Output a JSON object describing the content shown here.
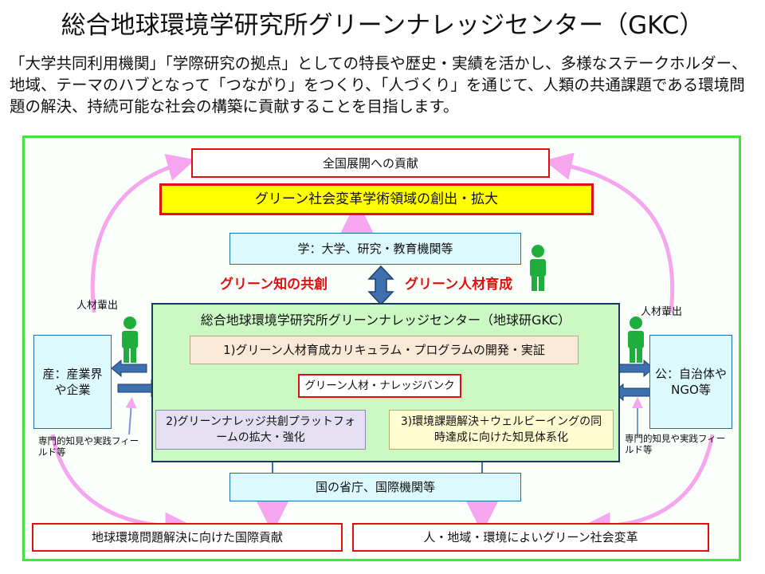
{
  "title": "総合地球環境学研究所グリーンナレッジセンター（GKC）",
  "intro": "「大学共同利用機関」「学際研究の拠点」としての特長や歴史・実績を活かし、多様なステークホルダー、地域、テーマのハブとなって「つながり」をつくり、「人づくり」を通じて、人類の共通課題である環境問題の解決、持続可能な社会の構築に貢献することを目指します。",
  "diagram": {
    "top_box": "全国展開への貢献",
    "yellow_box": "グリーン社会変革学術領域の創出・拡大",
    "academia_box": "学：大学、研究・教育機関等",
    "label_left": "グリーン知の共創",
    "label_right": "グリーン人材育成",
    "center": {
      "title": "総合地球環境学研究所グリーンナレッジセンター（地球研GKC）",
      "item1": "1)グリーン人材育成カリキュラム・プログラムの開発・実証",
      "bank": "グリーン人材・ナレッジバンク",
      "item2": "2)グリーンナレッジ共創プラットフォームの拡大・強化",
      "item3": "3)環境課題解決＋ウェルビーイングの同時達成に向けた知見体系化"
    },
    "industry_box": "産：産業界や企業",
    "public_box": "公：自治体やNGO等",
    "talent_left": "人材輩出",
    "talent_right": "人材輩出",
    "expertise_left": "専門的知見や実践フィールド等",
    "expertise_right": "専門的知見や実践フィールド等",
    "gov_box": "国の省庁、国際機関等",
    "bottom_left": "地球環境問題解決に向けた国際貢献",
    "bottom_right": "人・地域・環境によいグリーン社会変革"
  },
  "colors": {
    "frame": "#44e044",
    "pink_arrow": "#f6a6ee",
    "blue_arrow": "#3e6fae",
    "red": "#e01010",
    "person": "#1fae3c"
  },
  "icons": [
    "person-icon",
    "double-arrow-icon",
    "left-arrow-icon",
    "right-arrow-icon"
  ]
}
